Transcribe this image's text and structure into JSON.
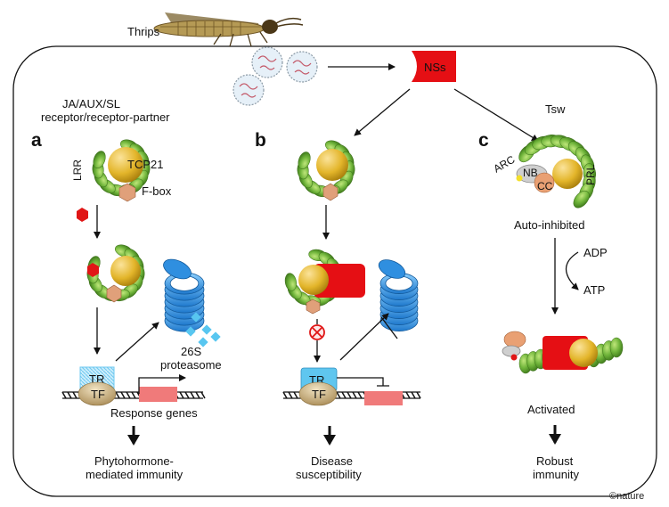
{
  "title_insect": "Thrips",
  "virus_protein": "NSs",
  "host_receptor": "Tsw",
  "receptor_label_line1": "JA/AUX/SL",
  "receptor_label_line2": "receptor/receptor-partner",
  "panels": {
    "a": {
      "letter": "a",
      "lrr": "LRR",
      "tcp": "TCP21",
      "fbox": "F-box",
      "proteasome_line1": "26S",
      "proteasome_line2": "proteasome",
      "tr": "TR",
      "tf": "TF",
      "response": "Response genes",
      "outcome_line1": "Phytohormone-",
      "outcome_line2": "mediated immunity"
    },
    "b": {
      "letter": "b",
      "tr": "TR",
      "tf": "TF",
      "outcome_line1": "Disease",
      "outcome_line2": "susceptibility"
    },
    "c": {
      "letter": "c",
      "arc": "ARC",
      "nb": "NB",
      "cc": "CC",
      "prl": "PRL",
      "state1": "Auto-inhibited",
      "adp": "ADP",
      "atp": "ATP",
      "state2": "Activated",
      "outcome_line1": "Robust",
      "outcome_line2": "immunity"
    }
  },
  "credit": "©nature",
  "colors": {
    "lrr_green": "#6fb43a",
    "tcp_gold": "#e3b52a",
    "fbox": "#e0a07a",
    "hormone_red": "#e01616",
    "nss_red": "#e50f14",
    "proteasome_blue": "#2f8fe0",
    "tr_blue": "#5fc6ef",
    "tf_tan": "#c9ae7d",
    "gene_pink": "#f07a7a"
  }
}
